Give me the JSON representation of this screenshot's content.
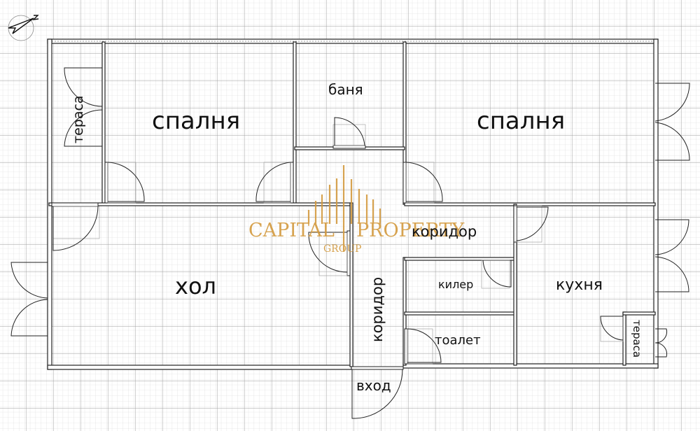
{
  "floor_plan": {
    "grid": {
      "minor_step": 7.8,
      "major_step": 39,
      "minor_color": "#d6d6d6",
      "major_color": "#9a9a9a"
    },
    "compass": {
      "symbol": "north-arrow",
      "letter": "N"
    },
    "rooms": [
      {
        "id": "terrace-west",
        "label": "тераса",
        "rotated": true
      },
      {
        "id": "bedroom-west",
        "label": "спалня"
      },
      {
        "id": "bathroom",
        "label": "баня"
      },
      {
        "id": "bedroom-east",
        "label": "спалня"
      },
      {
        "id": "living-room",
        "label": "хол"
      },
      {
        "id": "corridor-horizontal",
        "label": "коридор"
      },
      {
        "id": "corridor-vertical",
        "label": "коридор",
        "rotated": true
      },
      {
        "id": "storage",
        "label": "килер"
      },
      {
        "id": "toilet",
        "label": "тоалет"
      },
      {
        "id": "kitchen",
        "label": "кухня"
      },
      {
        "id": "terrace-east",
        "label": "тераса",
        "rotated": true
      },
      {
        "id": "entrance",
        "label": "вход"
      }
    ],
    "watermark": {
      "line1_left": "CAPITAL",
      "line1_right": "PROPERTY",
      "line2": "GROUP",
      "color": "#d39a3e"
    }
  }
}
